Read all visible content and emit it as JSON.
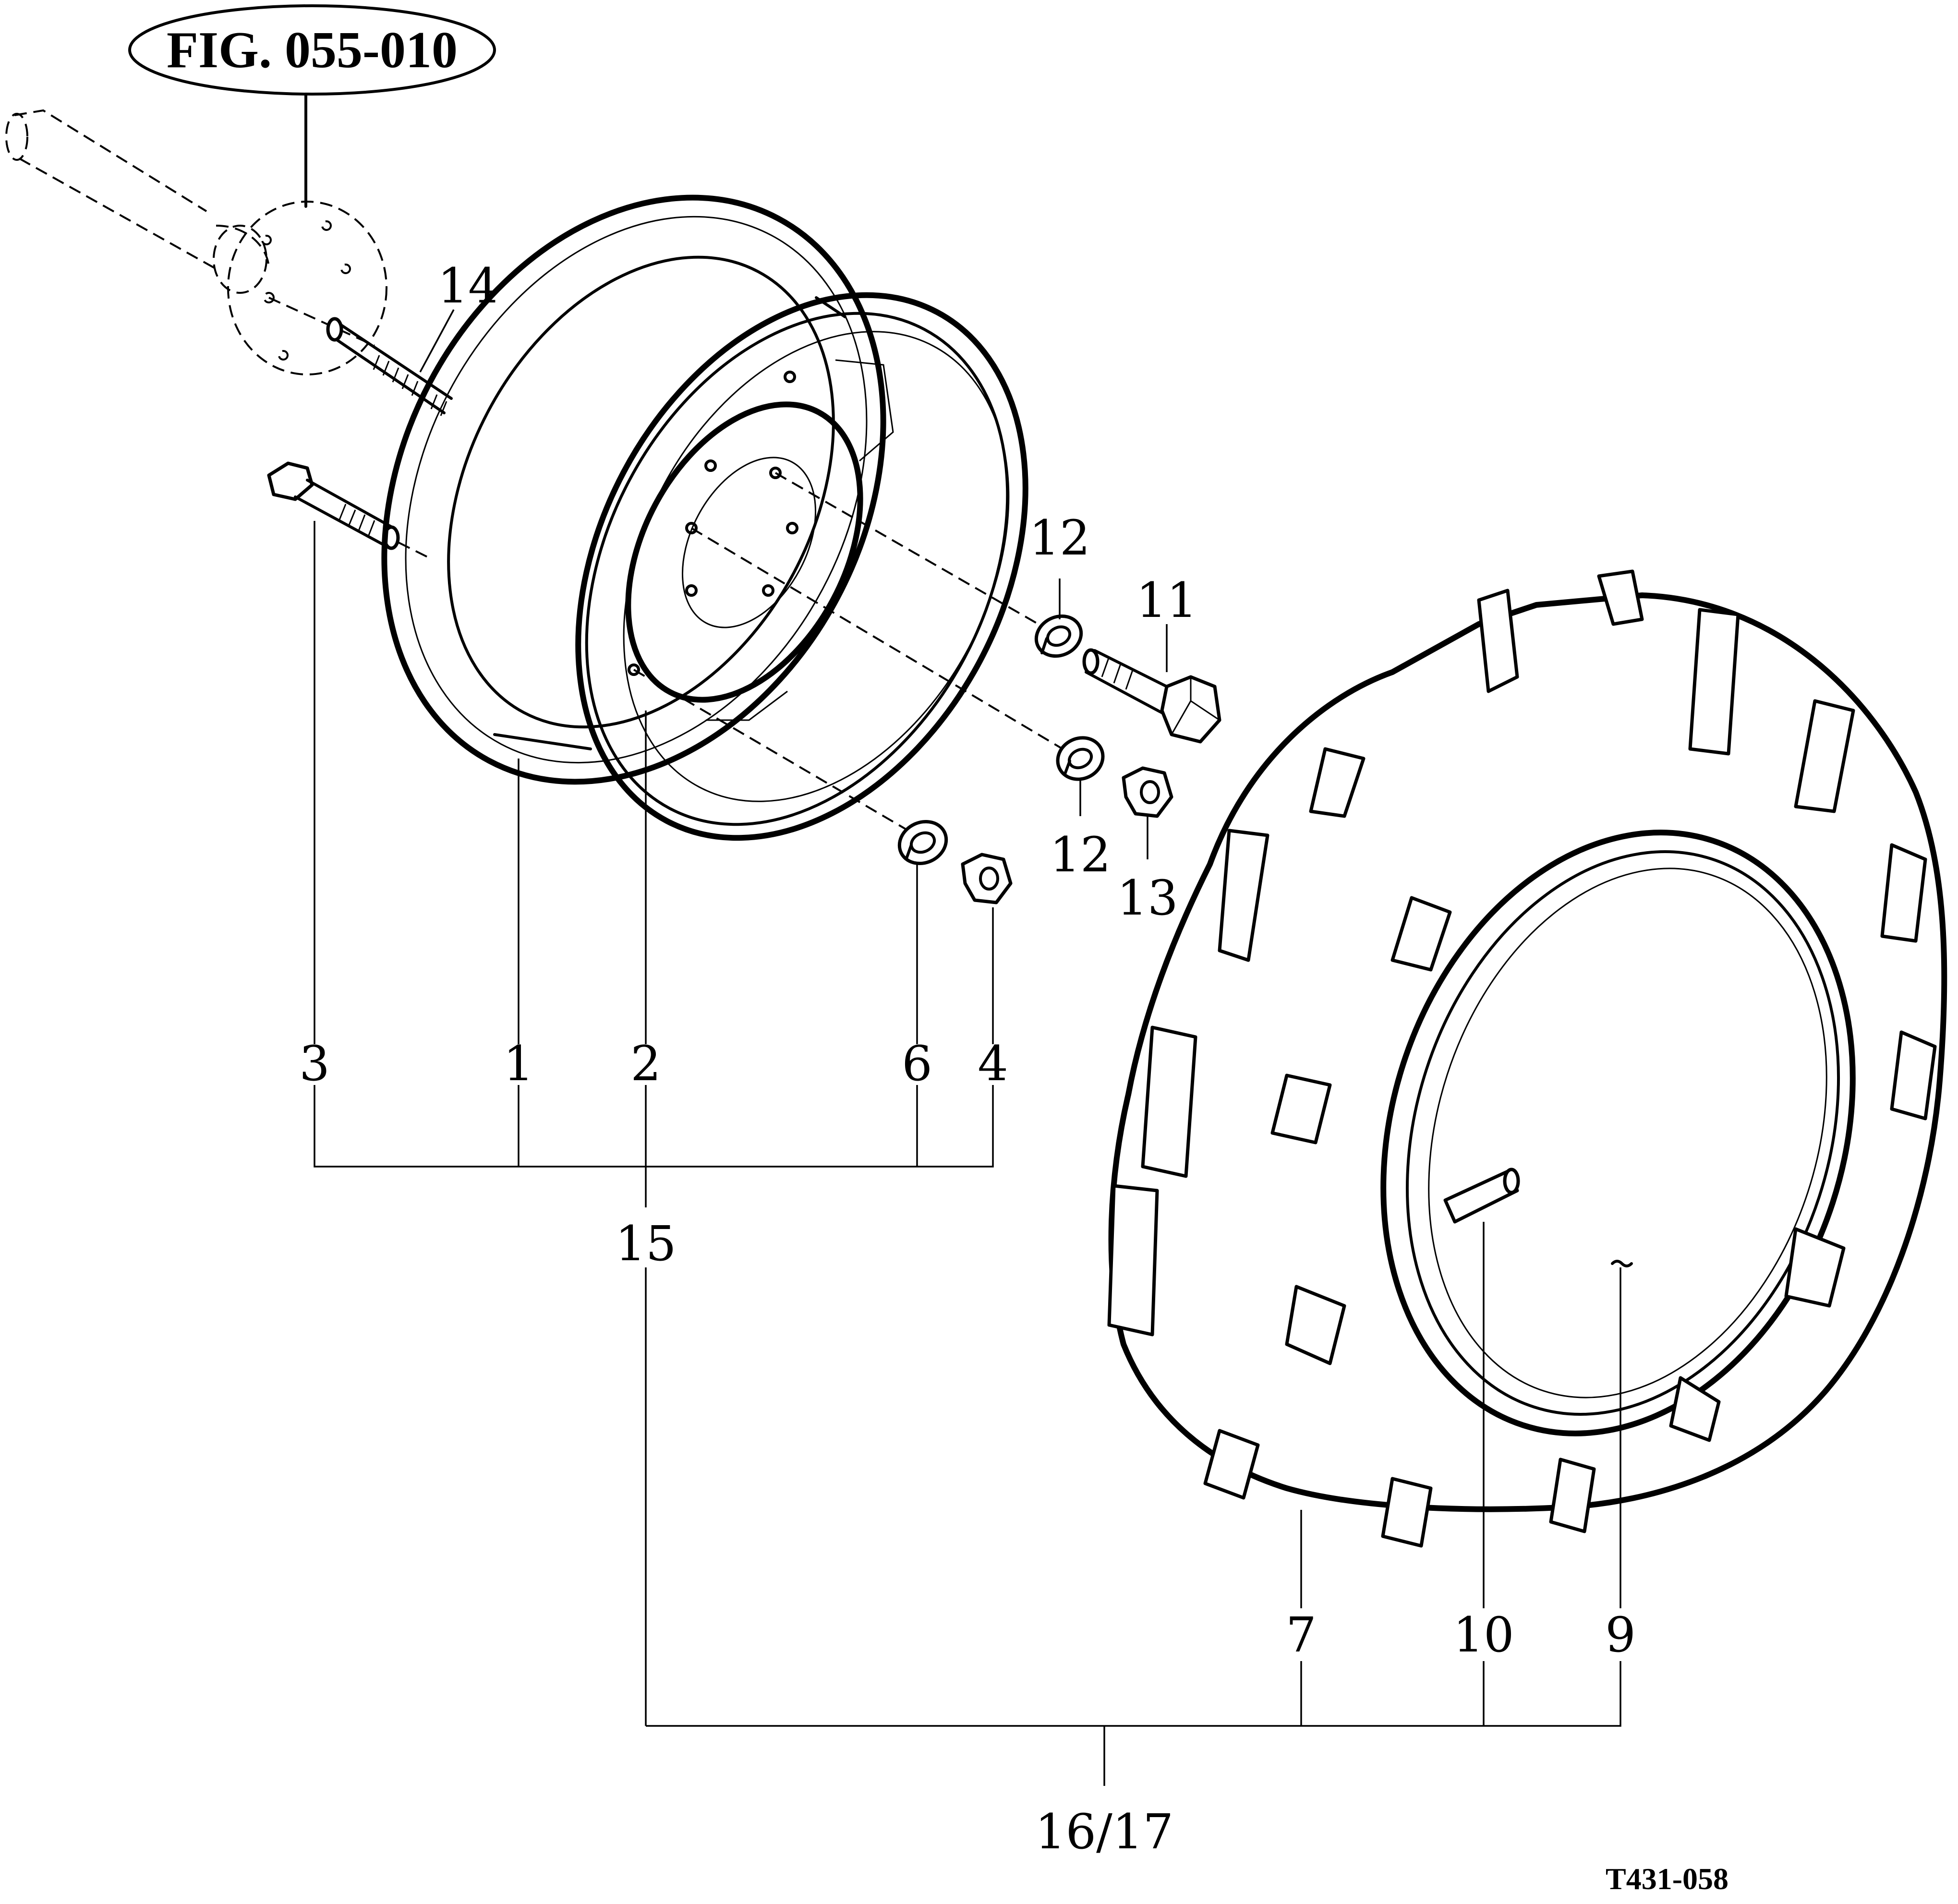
{
  "figure_reference": "FIG. 055-010",
  "drawing_code": "T431-058",
  "callouts": {
    "c1": "1",
    "c2": "2",
    "c3": "3",
    "c4": "4",
    "c6": "6",
    "c7": "7",
    "c9": "9",
    "c10": "10",
    "c11": "11",
    "c12a": "12",
    "c12b": "12",
    "c13": "13",
    "c14": "14",
    "c15": "15",
    "c16_17": "16/17"
  }
}
